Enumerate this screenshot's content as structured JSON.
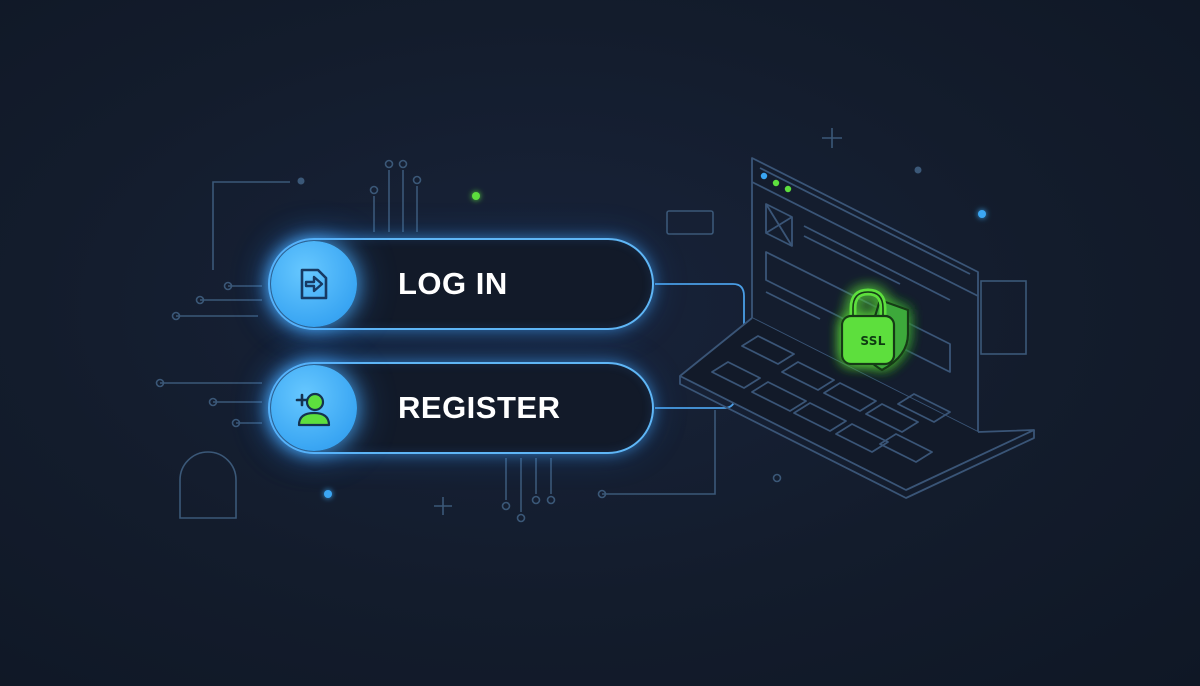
{
  "auth": {
    "login_label": "LOG IN",
    "register_label": "REGISTER"
  },
  "security": {
    "badge_label": "SSL"
  },
  "colors": {
    "background": "#131c2c",
    "accent_blue": "#3aa6f3",
    "pill_border": "#5fb6f6",
    "ssl_green": "#5ddf3e",
    "line_color": "#3b5878"
  },
  "icons": {
    "login": "login-arrow-icon",
    "register": "add-user-icon",
    "security": "padlock-shield-icon"
  }
}
